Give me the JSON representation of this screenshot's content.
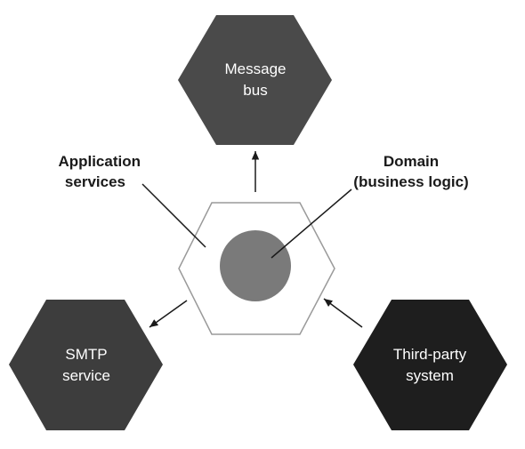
{
  "nodes": {
    "message_bus": {
      "line1": "Message",
      "line2": "bus",
      "color": "#4a4a4a"
    },
    "smtp_service": {
      "line1": "SMTP",
      "line2": "service",
      "color": "#3d3d3d"
    },
    "third_party_system": {
      "line1": "Third-party",
      "line2": "system",
      "color": "#1e1e1e"
    }
  },
  "core": {
    "hexagon_border_color": "#9a9a9a",
    "domain_circle_color": "#7a7a7a"
  },
  "callouts": {
    "application_services": {
      "line1": "Application",
      "line2": "services"
    },
    "domain": {
      "line1": "Domain",
      "line2": "(business logic)"
    }
  },
  "connector_color": "#1a1a1a"
}
